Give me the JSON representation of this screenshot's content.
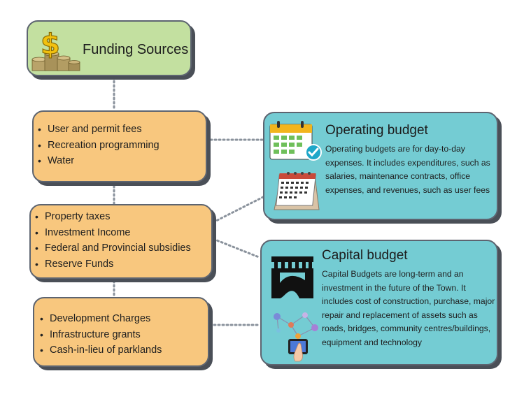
{
  "funding_sources": {
    "title": "Funding Sources",
    "icon": "money-coins-icon"
  },
  "groups": [
    {
      "items": [
        "User and  permit fees",
        "Recreation programming",
        "Water"
      ]
    },
    {
      "items": [
        "Property taxes",
        "Investment Income",
        "Federal and Provincial subsidies",
        "Reserve Funds"
      ]
    },
    {
      "items": [
        "Development Charges",
        "Infrastructure grants",
        "Cash-in-lieu of parklands"
      ]
    }
  ],
  "operating_budget": {
    "title": "Operating budget",
    "lines": [
      "Operating budgets are for day-to-day",
      "expenses. It includes expenditures, such as",
      "salaries, maintenance contracts, office",
      "expenses, and revenues, such as user fees"
    ],
    "icons": [
      "calendar-check-icon",
      "desk-calendar-icon"
    ]
  },
  "capital_budget": {
    "title": "Capital budget",
    "lines": [
      "Capital Budgets are long-term and an",
      "investment in the future of the Town. It",
      "includes cost of construction, purchase, major",
      "repair and replacement of assets such as",
      "roads, bridges, community centres/buildings,",
      "equipment and technology"
    ],
    "icons": [
      "bridge-icon",
      "technology-network-icon"
    ]
  },
  "colors": {
    "funding_box": "#c3e0a0",
    "group_box": "#f8c77e",
    "budget_box": "#74ccd3",
    "connector": "#8a929c"
  }
}
